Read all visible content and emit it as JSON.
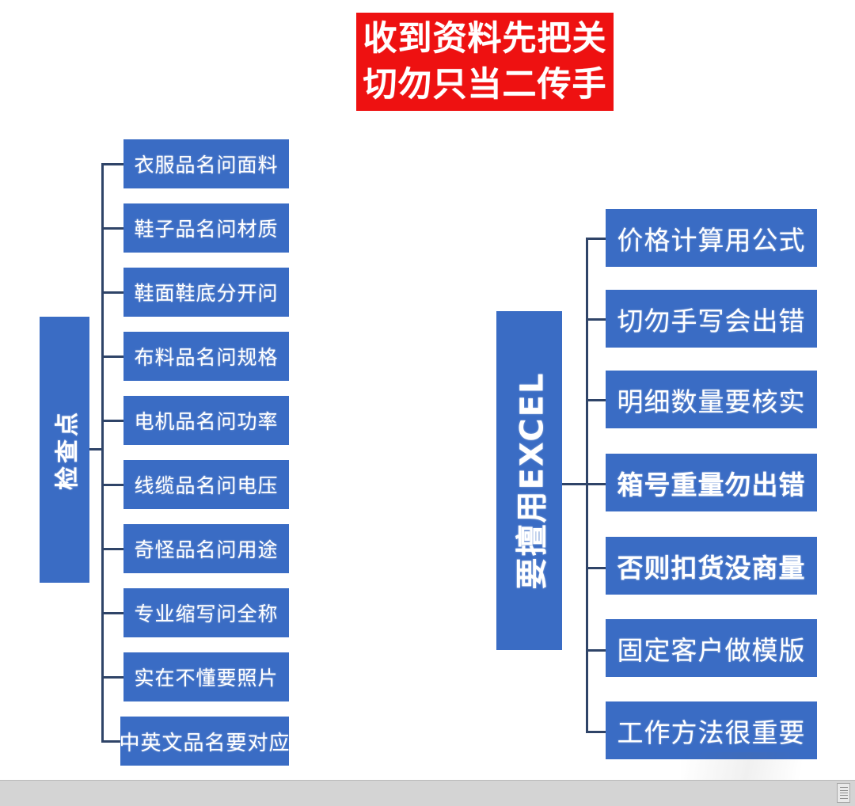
{
  "title_banner": {
    "line1": "收到资料先把关",
    "line2": "切勿只当二传手",
    "background_color": "#ee1111",
    "text_color": "#ffffff"
  },
  "theme": {
    "box_blue": "#3a6cc4",
    "connector_navy": "#2f4468",
    "page_background": "#ffffff",
    "bottom_strip": "#d4d4d4"
  },
  "left_branch": {
    "trunk_label": "检查点",
    "items": [
      {
        "label": "衣服品名问面料"
      },
      {
        "label": "鞋子品名问材质"
      },
      {
        "label": "鞋面鞋底分开问"
      },
      {
        "label": "布料品名问规格"
      },
      {
        "label": "电机品名问功率"
      },
      {
        "label": "线缆品名问电压"
      },
      {
        "label": "奇怪品名问用途"
      },
      {
        "label": "专业缩写问全称"
      },
      {
        "label": "实在不懂要照片"
      },
      {
        "label": "中英文品名要对应"
      }
    ]
  },
  "right_branch": {
    "trunk_label": "要擅用EXCEL",
    "items": [
      {
        "label": "价格计算用公式"
      },
      {
        "label": "切勿手写会出错"
      },
      {
        "label": "明细数量要核实"
      },
      {
        "label": "箱号重量勿出错"
      },
      {
        "label": "否则扣货没商量"
      },
      {
        "label": "固定客户做模版"
      },
      {
        "label": "工作方法很重要"
      }
    ]
  },
  "bottom_strip": {
    "icon": "document-panel-icon"
  }
}
